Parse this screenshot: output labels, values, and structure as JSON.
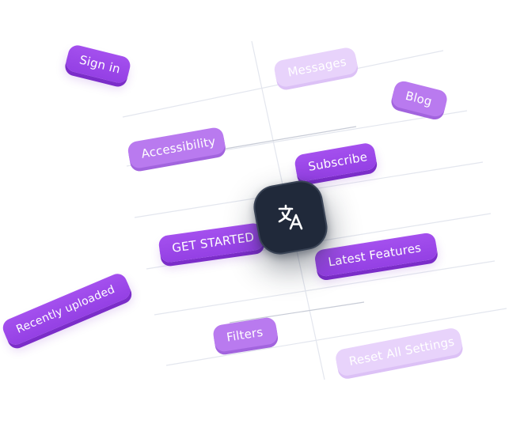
{
  "buttons": {
    "sign_in": "Sign in",
    "messages": "Messages",
    "blog": "Blog",
    "accessibility": "Accessibility",
    "subscribe": "Subscribe",
    "get_started": "GET STARTED",
    "latest_features": "Latest Features",
    "recently_uploaded": "Recently uploaded",
    "filters": "Filters",
    "reset_all_settings": "Reset All Settings"
  },
  "center_icon": "translate-icon",
  "colors": {
    "accent": "#9b47ea",
    "accent_shadow": "#7b2dc9",
    "badge_bg": "#20293a",
    "grid_line": "#e3e6ee"
  }
}
